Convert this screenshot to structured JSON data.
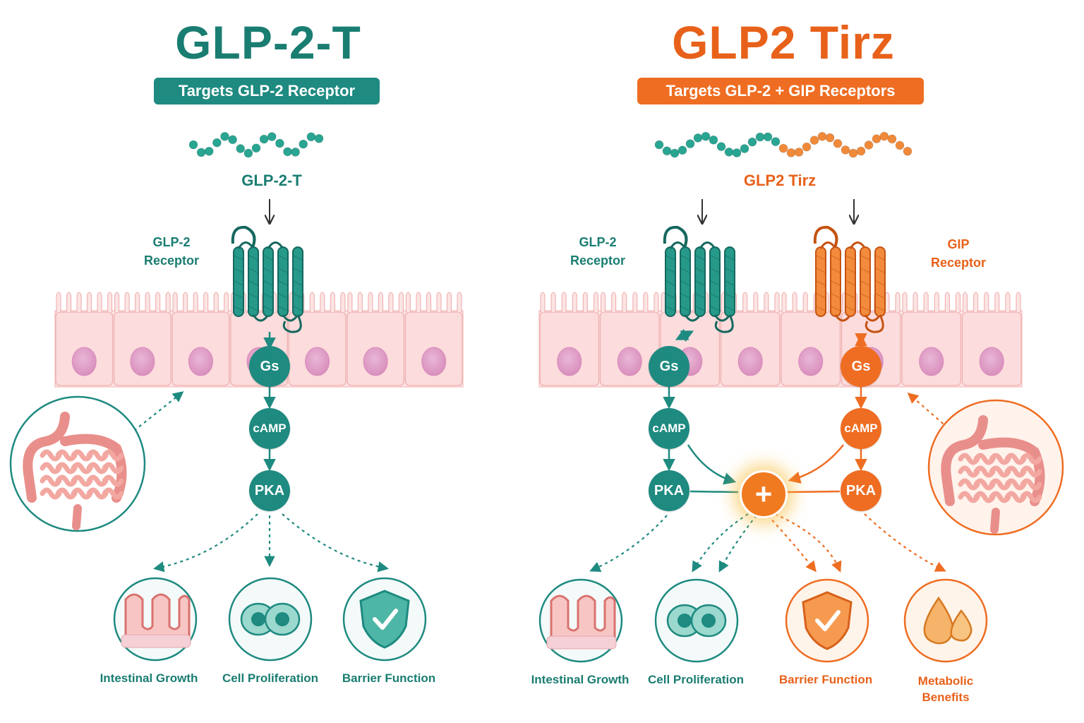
{
  "left": {
    "title": "GLP-2-T",
    "subtitle": "Targets GLP-2 Receptor",
    "peptide_label": "GLP-2-T",
    "receptor_label": [
      "GLP-2",
      "Receptor"
    ],
    "pathway": [
      "Gs",
      "cAMP",
      "PKA"
    ],
    "outcomes": [
      "Intestinal Growth",
      "Cell Proliferation",
      "Barrier Function"
    ],
    "color": "#1e8a80"
  },
  "right": {
    "title": "GLP2 Tirz",
    "subtitle": "Targets GLP-2 + GIP Receptors",
    "peptide_label": "GLP2 Tirz",
    "glp2_receptor_label": [
      "GLP-2",
      "Receptor"
    ],
    "gip_receptor_label": [
      "GIP",
      "Receptor"
    ],
    "glp2_pathway": [
      "Gs",
      "cAMP",
      "PKA"
    ],
    "gip_pathway": [
      "Gs",
      "cAMP",
      "PKA"
    ],
    "combine_symbol": "+",
    "outcomes": [
      "Intestinal Growth",
      "Cell Proliferation",
      "Barrier Function",
      "Metabolic Benefits"
    ],
    "color": "#ee6d22"
  },
  "icons": [
    "peptide-chain-icon",
    "receptor-icon",
    "epithelium-icon",
    "intestine-icon",
    "villi-icon",
    "cell-icon",
    "shield-check-icon",
    "droplets-icon"
  ]
}
